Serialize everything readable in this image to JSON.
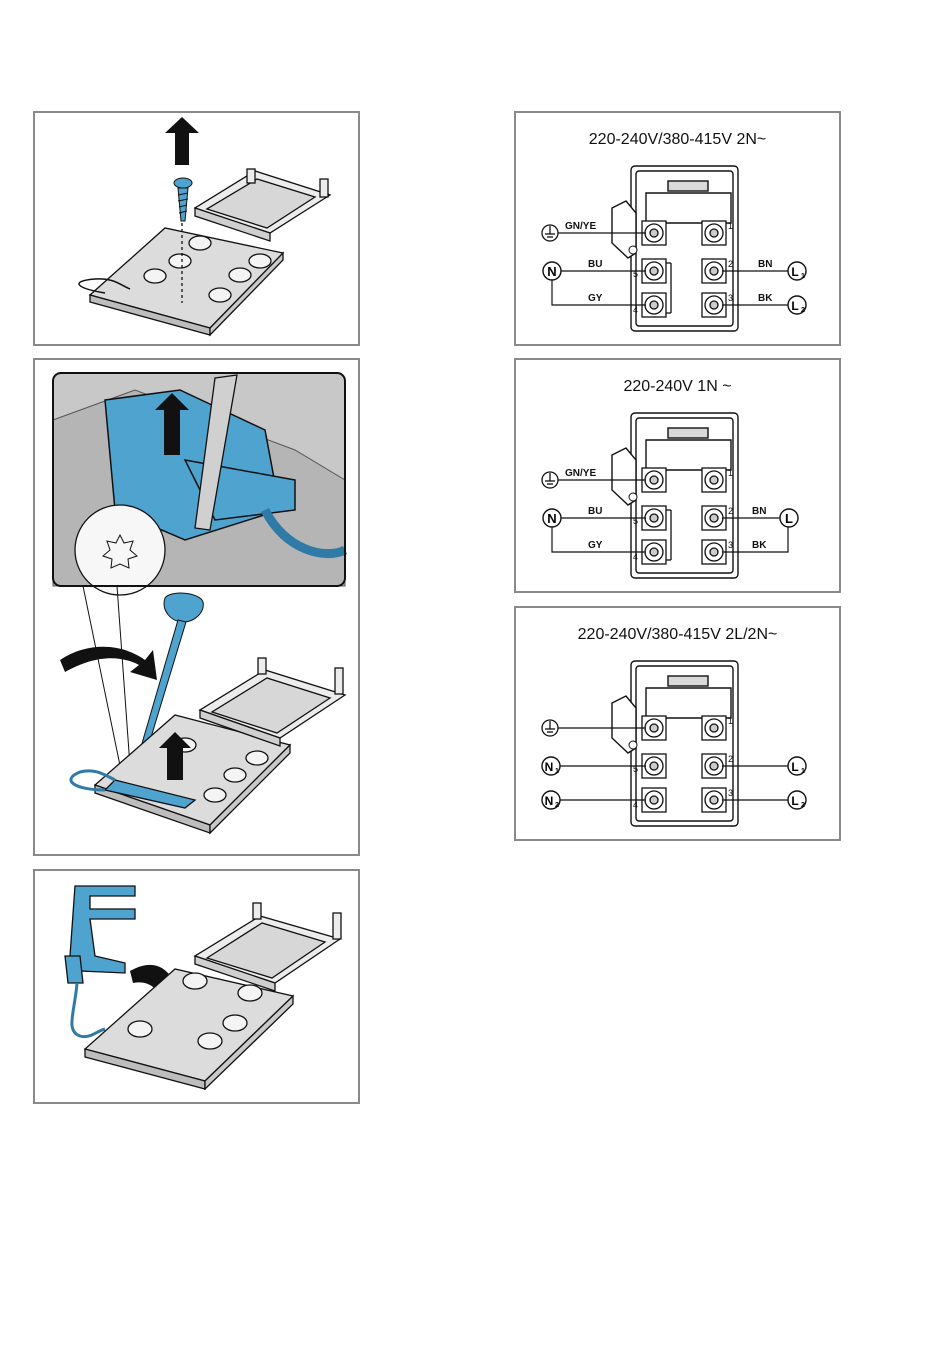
{
  "colors": {
    "frame": "#8a8a8a",
    "accent_blue": "#4fa3cf",
    "line": "#1a1a1a",
    "fill_gray": "#d9d9d9"
  },
  "illustrations": [
    {
      "name": "remove-screw",
      "icons": [
        "arrow-up-icon",
        "screw-icon",
        "terminal-block-cover"
      ]
    },
    {
      "name": "lever-strain-relief",
      "icons": [
        "screwdriver-icon",
        "arrow-up-icon",
        "curved-arrow-icon",
        "torx-screw-icon"
      ]
    },
    {
      "name": "lift-strain-relief",
      "icons": [
        "strain-relief-clamp",
        "curved-arrow-icon"
      ]
    }
  ],
  "diagrams": [
    {
      "title": "220-240V/380-415V 2N~",
      "left_wire_labels": [
        "GN/YE",
        "BU",
        "GY"
      ],
      "right_wire_labels": [
        "BN",
        "BK"
      ],
      "left_symbols": [
        "earth",
        "N"
      ],
      "right_symbols": [
        "L1",
        "L2"
      ]
    },
    {
      "title": "220-240V 1N ~",
      "left_wire_labels": [
        "GN/YE",
        "BU",
        "GY"
      ],
      "right_wire_labels": [
        "BN",
        "BK"
      ],
      "left_symbols": [
        "earth",
        "N"
      ],
      "right_symbols": [
        "L"
      ]
    },
    {
      "title": "220-240V/380-415V 2L/2N~",
      "left_wire_labels": [],
      "right_wire_labels": [],
      "left_symbols": [
        "earth",
        "N1",
        "N2"
      ],
      "right_symbols": [
        "L1",
        "L2"
      ]
    }
  ],
  "terminal_numbers": [
    "1",
    "2",
    "3",
    "4",
    "5"
  ],
  "symbols": {
    "N": "N",
    "N1": "N",
    "N1_sub": "1",
    "N2_sub": "2",
    "L": "L",
    "L1_sub": "1",
    "L2_sub": "2"
  }
}
